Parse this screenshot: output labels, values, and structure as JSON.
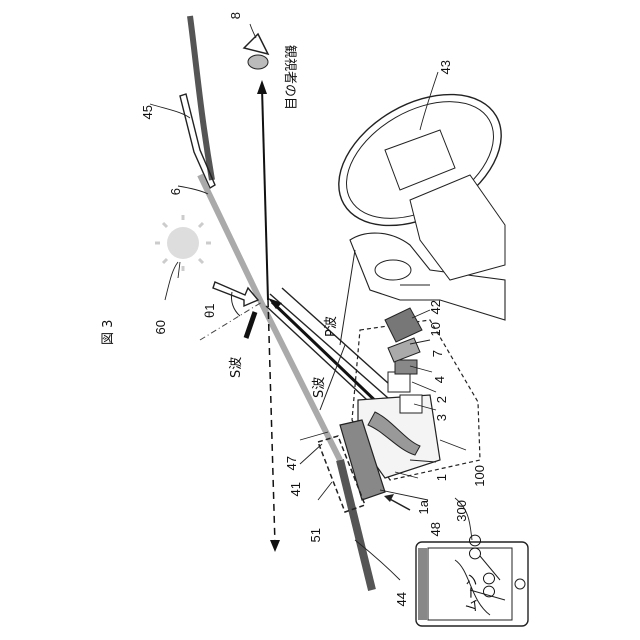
{
  "figure": {
    "title": "図 3",
    "angle_label": "θ1",
    "viewer_eye_text": "観視者の目",
    "s_wave_label_1": "S波",
    "s_wave_label_2": "S波",
    "p_wave_label": "P波",
    "phone_text_1": "〇〇",
    "phone_text_2": "〇〇",
    "phone_text_3": "ムーン"
  },
  "reference_numerals": {
    "r8": "8",
    "r43": "43",
    "r45": "45",
    "r6": "6",
    "r60": "60",
    "r42": "42",
    "r10": "10",
    "r7": "7",
    "r4": "4",
    "r2": "2",
    "r3": "3",
    "r100": "100",
    "r1": "1",
    "r1a": "1a",
    "r48": "48",
    "r41": "41",
    "r47": "47",
    "r51": "51",
    "r44": "44",
    "r300": "300"
  }
}
